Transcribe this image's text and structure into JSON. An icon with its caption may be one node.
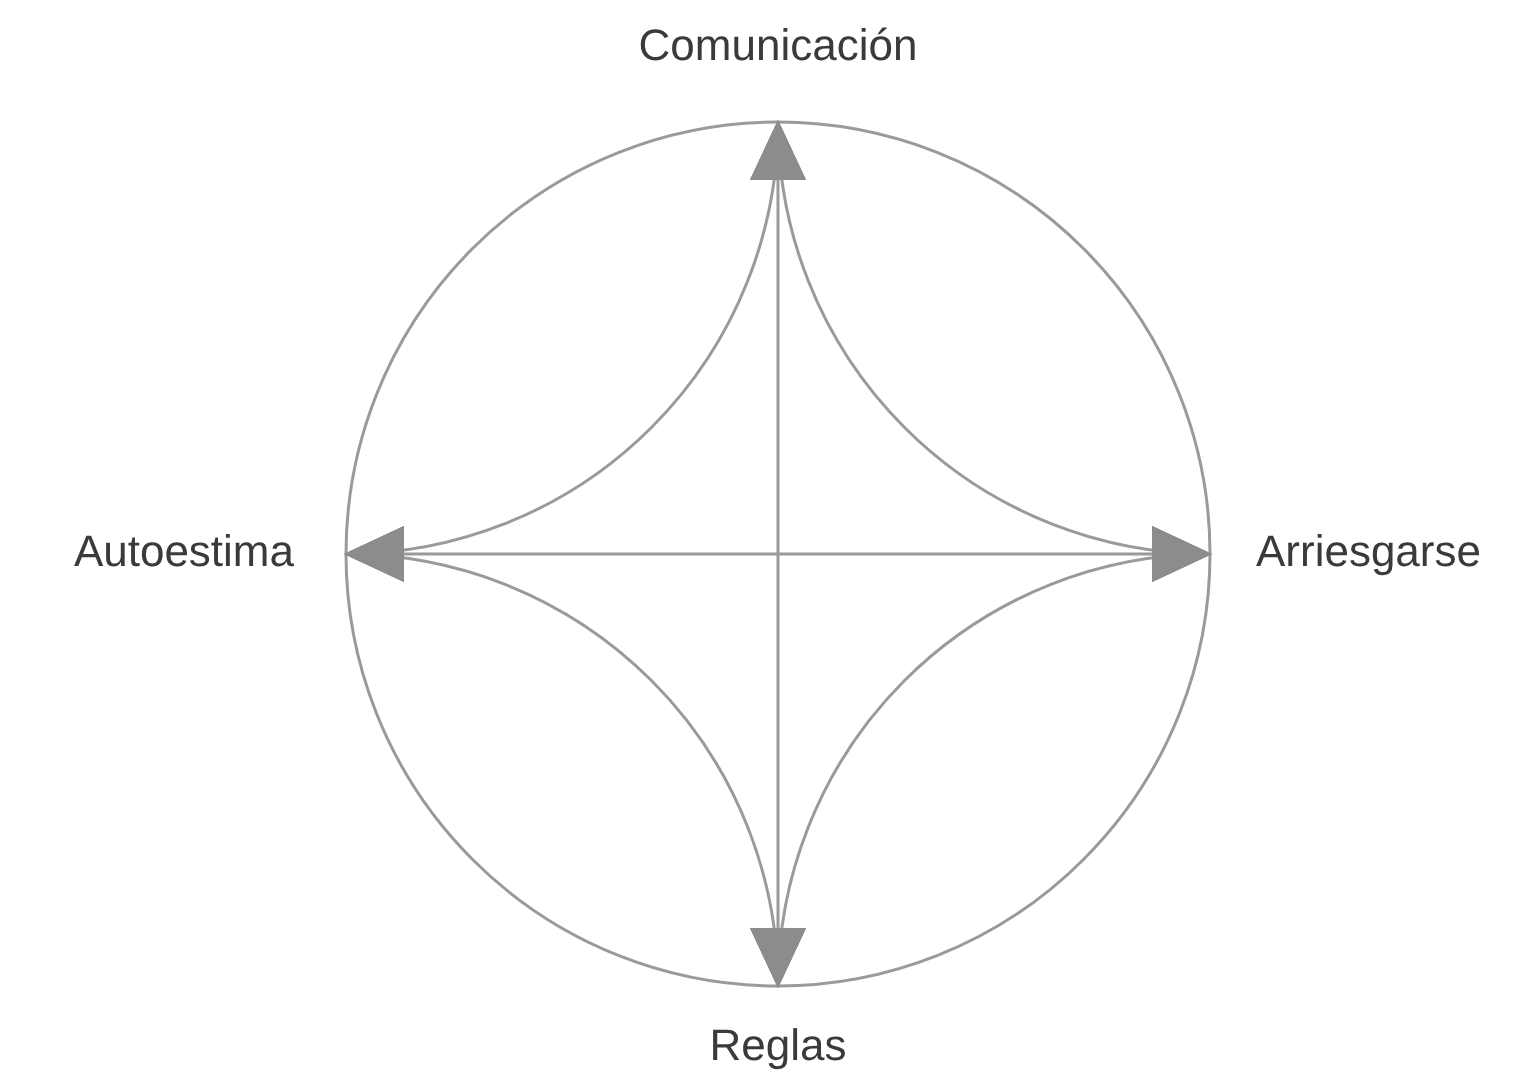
{
  "diagram": {
    "nodes": [
      {
        "text": [
          "Comunicación"
        ]
      },
      {
        "text": [
          "Autoestima"
        ]
      },
      {
        "text": [
          "Arriesgarse"
        ]
      },
      {
        "text": [
          "Reglas"
        ]
      }
    ],
    "edges": [
      {
        "from": 0,
        "to": 3,
        "arrow": "both"
      },
      {
        "from": 1,
        "to": 2,
        "arrow": "both"
      },
      {
        "from": 0,
        "to": 1,
        "arrow": "both"
      },
      {
        "from": 0,
        "to": 2,
        "arrow": "both"
      },
      {
        "from": 2,
        "to": 3,
        "arrow": "both"
      },
      {
        "from": 3,
        "to": 1,
        "arrow": "both"
      }
    ]
  }
}
